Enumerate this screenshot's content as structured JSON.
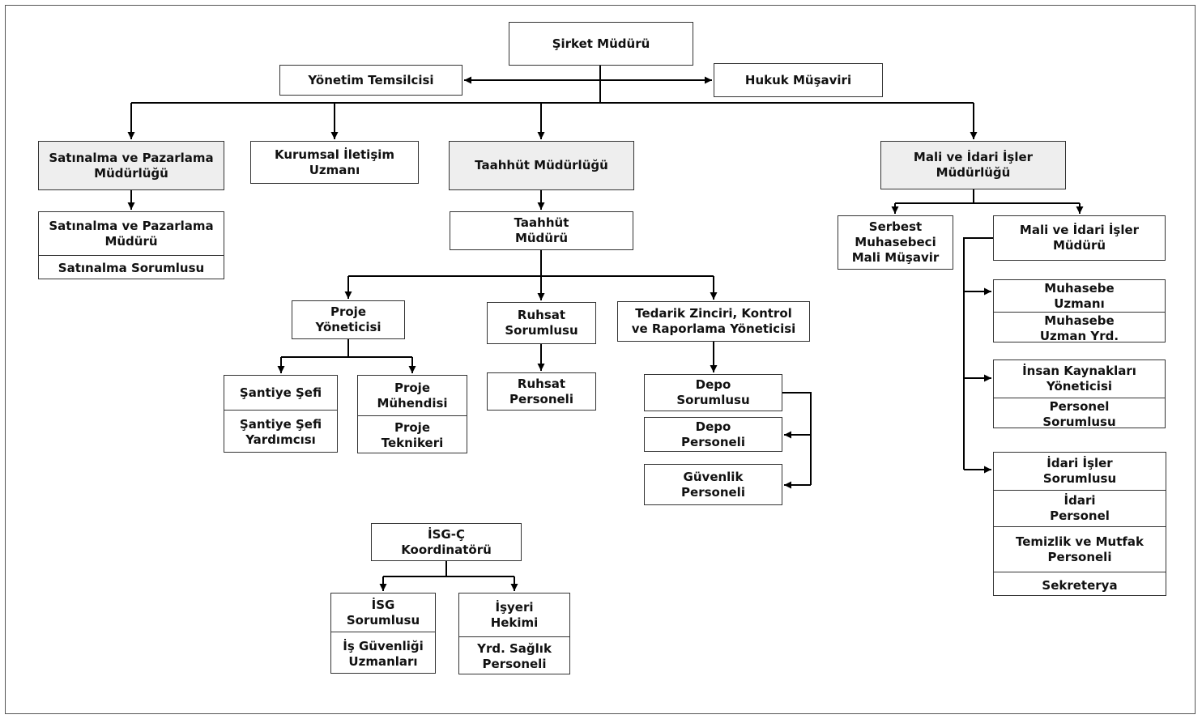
{
  "colors": {
    "line": "#000000",
    "border": "#333333",
    "shaded_fill": "#eeeeee",
    "fill": "#ffffff"
  },
  "boxes": {
    "sirket_muduru": [
      "Şirket Müdürü"
    ],
    "yonetim_temsilcisi": [
      "Yönetim Temsilcisi"
    ],
    "hukuk_musaviri": [
      "Hukuk Müşaviri"
    ],
    "satinalma_mudurlugu": [
      "Satınalma ve Pazarlama\nMüdürlüğü"
    ],
    "kurumsal_iletisim": [
      "Kurumsal İletişim\nUzmanı"
    ],
    "taahhut_mudurlugu": [
      "Taahhüt Müdürlüğü"
    ],
    "mali_idari_mudurlugu": [
      "Mali ve İdari İşler\nMüdürlüğü"
    ],
    "satinalma_muduru": [
      "Satınalma ve Pazarlama\nMüdürü",
      "Satınalma Sorumlusu"
    ],
    "taahhut_muduru": [
      "Taahhüt\nMüdürü"
    ],
    "serbest_muhasebeci": [
      "Serbest\nMuhasebeci\nMali Müşavir"
    ],
    "mali_idari_muduru": [
      "Mali ve İdari İşler\nMüdürü"
    ],
    "proje_yoneticisi": [
      "Proje\nYöneticisi"
    ],
    "ruhsat_sorumlusu": [
      "Ruhsat\nSorumlusu"
    ],
    "tedarik_zinciri": [
      "Tedarik Zinciri, Kontrol\nve Raporlama Yöneticisi"
    ],
    "muhasebe": [
      "Muhasebe\nUzmanı",
      "Muhasebe\nUzman Yrd."
    ],
    "santiye_sefi": [
      "Şantiye Şefi",
      "Şantiye Şefi\nYardımcısı"
    ],
    "proje_muhendisi": [
      "Proje\nMühendisi",
      "Proje\nTeknikeri"
    ],
    "ruhsat_personeli": [
      "Ruhsat\nPersoneli"
    ],
    "depo_sorumlusu": [
      "Depo\nSorumlusu"
    ],
    "depo_personeli": [
      "Depo\nPersoneli"
    ],
    "guvenlik_personeli": [
      "Güvenlik\nPersoneli"
    ],
    "insan_kaynaklari": [
      "İnsan Kaynakları\nYöneticisi",
      "Personel\nSorumlusu"
    ],
    "idari_isler": [
      "İdari İşler\nSorumlusu",
      "İdari\nPersonel",
      "Temizlik ve Mutfak\nPersoneli",
      "Sekreterya"
    ],
    "isg_koordinatoru": [
      "İSG-Ç\nKoordinatörü"
    ],
    "isg_sorumlusu": [
      "İSG\nSorumlusu",
      "İş Güvenliği\nUzmanları"
    ],
    "isyeri_hekimi": [
      "İşyeri\nHekimi",
      "Yrd. Sağlık\nPersoneli"
    ]
  }
}
